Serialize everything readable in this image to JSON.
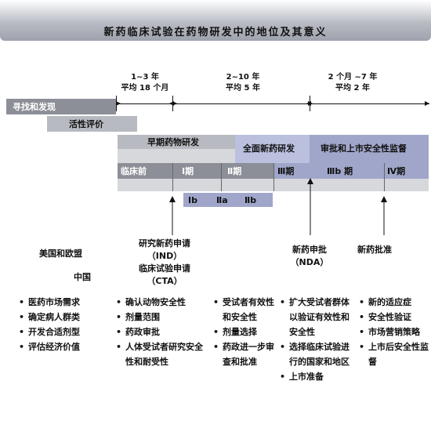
{
  "title": "新药临床试验在药物研发中的地位及其意义",
  "periods": [
    {
      "top": "1~3 年",
      "bottom": "平均 18 个月"
    },
    {
      "top": "2~10 年",
      "bottom": "平均 5 年"
    },
    {
      "top": "2 个月 ~7 年",
      "bottom": "平均 2 年"
    }
  ],
  "bars": {
    "discovery": "寻找和发现",
    "activity": "活性评价",
    "early": "早期药物研发",
    "full": "全面新药研发",
    "approval": "审批和上市安全性监督"
  },
  "phases": {
    "preclinical": "临床前",
    "p1": "Ⅰ期",
    "p2": "Ⅱ期",
    "p3": "Ⅲ期",
    "p3b": "Ⅲb 期",
    "p4": "Ⅳ期",
    "p1b": "Ⅰb",
    "p2a": "Ⅱa",
    "p2b": "Ⅱb"
  },
  "regions": {
    "us_eu": "美国和欧盟",
    "china": "中国"
  },
  "milestones": {
    "ind_line1": "研究新药申请",
    "ind_line2": "（IND）",
    "cta_line1": "临床试验申请",
    "cta_line2": "（CTA）",
    "nda_line1": "新药申批",
    "nda_line2": "（NDA）",
    "approval": "新药批准"
  },
  "columns": [
    [
      "医药市场需求",
      "确定病人群类",
      "开发合适剂型",
      "评估经济价值"
    ],
    [
      "确认动物安全性",
      "剂量范围",
      "药政审批",
      "人体受试者研究安全性和耐受性"
    ],
    [
      "受试者有效性和安全性",
      "剂量选择",
      "药政进一步审查和批准"
    ],
    [
      "扩大受试者群体以验证有效性和安全性",
      "选择临床试验进行的国家和地区",
      "上市准备"
    ],
    [
      "新的适应症",
      "安全性验证",
      "市场营销策略",
      "上市后安全性监督"
    ]
  ]
}
